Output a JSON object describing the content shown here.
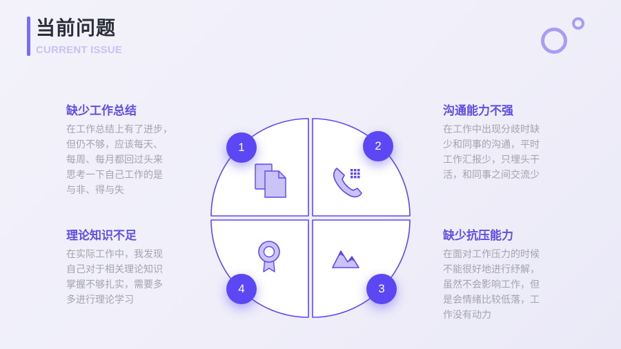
{
  "header": {
    "title": "当前问题",
    "subtitle": "CURRENT ISSUE"
  },
  "colors": {
    "accent": "#5c47f5",
    "title_text": "#2b2d3a",
    "body_text": "#a5a3ad",
    "icon_fill": "#c9c3f7"
  },
  "items": [
    {
      "number": "1",
      "title": "缺少工作总结",
      "lines": [
        "在工作总结上有了进步，",
        "但仍不够，应该每天、",
        "每周、每月都回过头来",
        "思考一下自己工作的是",
        "与非、得与失"
      ],
      "icon": "documents-icon"
    },
    {
      "number": "2",
      "title": "沟通能力不强",
      "lines": [
        "在工作中出现分歧时缺",
        "少和同事的沟通，平时",
        "工作汇报少，只埋头干",
        "活，和同事之间交流少"
      ],
      "icon": "phone-icon"
    },
    {
      "number": "3",
      "title": "缺少抗压能力",
      "lines": [
        "在面对工作压力的时候",
        "不能很好地进行纾解，",
        "虽然不会影响工作，但",
        "是会情绪比较低落，工",
        "作没有动力"
      ],
      "icon": "mountain-icon"
    },
    {
      "number": "4",
      "title": "理论知识不足",
      "lines": [
        "在实际工作中，我发现",
        "自己对于相关理论知识",
        "掌握不够扎实，需要多",
        "多进行理论学习"
      ],
      "icon": "medal-icon"
    }
  ]
}
